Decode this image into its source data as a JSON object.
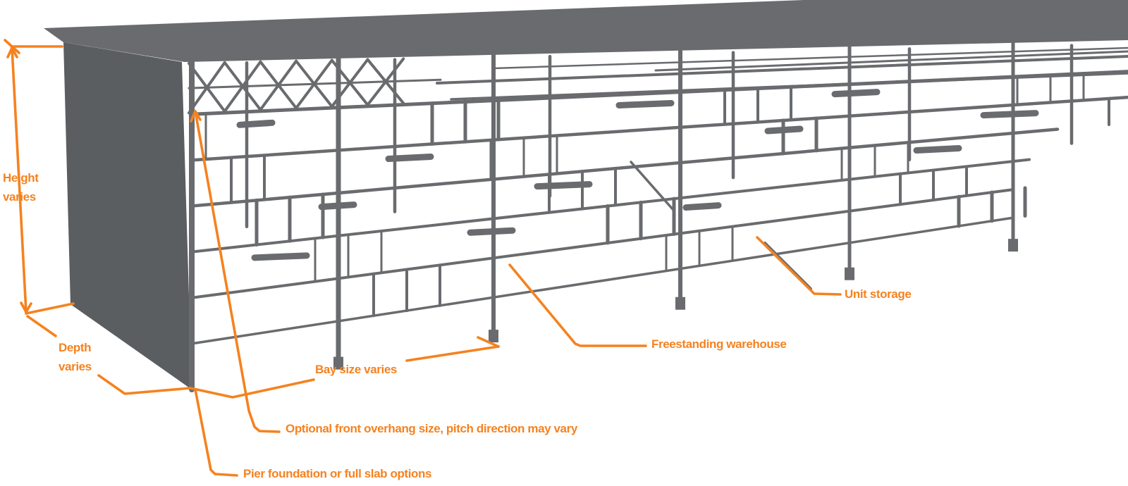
{
  "colors": {
    "annotation_orange": "#F5821F",
    "structure_gray": "#696B6E",
    "wall_gray": "#5B5E60",
    "background": "#FFFFFF"
  },
  "labels": {
    "height": {
      "line1": "Height",
      "line2": "varies"
    },
    "depth": {
      "line1": "Depth",
      "line2": "varies"
    },
    "bay_size": "Bay size varies",
    "overhang": "Optional front overhang size, pitch direction may vary",
    "foundation": "Pier foundation or full slab options",
    "freestanding": "Freestanding warehouse",
    "unit_storage": "Unit storage"
  }
}
